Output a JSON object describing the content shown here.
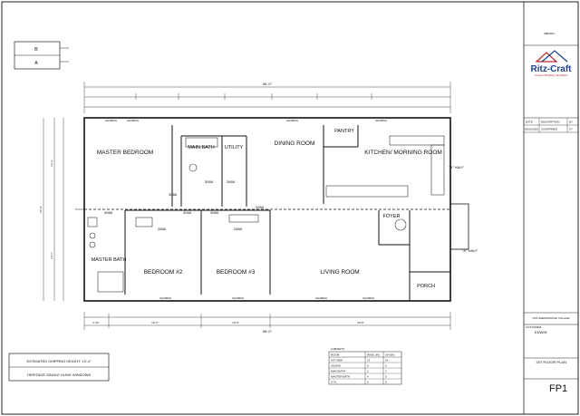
{
  "key_plan": {
    "b": "B",
    "a": "A"
  },
  "title_block": {
    "top_numbers": [
      "2884924"
    ],
    "logo": "Ritz-Craft",
    "tagline": "Custom Building Simplified",
    "rev_headers": [
      "DATE",
      "DESCRIPTION",
      "BY"
    ],
    "rev_row": [
      "05/02/2025",
      "CONFIRMED",
      "KY"
    ],
    "model": "HTA SHENANDOAH VILLAGE",
    "customer_label": "CUSTOMER:",
    "customer": "EDWIN",
    "sheet_title": "1ST FLOOR PLAN",
    "sheet_id": "FP1"
  },
  "rooms": {
    "master_bedroom": "MASTER BEDROOM",
    "main_bath": "MAIN BATH",
    "utility": "UTILITY",
    "dining_room": "DINING ROOM",
    "pantry": "PANTRY",
    "kitchen": "KITCHEN/ MORNING ROOM",
    "foyer": "FOYER",
    "master_bath": "MASTER BATH",
    "bedroom2": "BEDROOM #2",
    "bedroom3": "BEDROOM #3",
    "living_room": "LIVING ROOM",
    "porch": "PORCH"
  },
  "labels": {
    "half_b": "\"B\" HALF",
    "half_a": "\"A\" HALF",
    "d3068a": "3068",
    "d3068b": "3068",
    "d3068c": "3068",
    "d3068d": "3068",
    "d2668a": "2668",
    "d2668b": "2668",
    "d2668c": "2668",
    "d2068": "2068",
    "d3068e": "3068"
  },
  "windows_top": [
    "SH3659H",
    "SH3659H",
    "SH3659H",
    "SH3659H"
  ],
  "windows_bottom": [
    "SH3659H",
    "SH3659H",
    "SH3659H",
    "SH3659H"
  ],
  "dims": {
    "overall": "56'-0\"",
    "bottom_overall": "56'-0\"",
    "bottom": [
      "4'-11\"",
      "12'-0\"",
      "10'-0\"",
      "20'-8\""
    ],
    "left": [
      "13'-1\"",
      "13'-1\""
    ],
    "left_overall": "26'-0\""
  },
  "notes": {
    "shipping": "ESTIMATED SHIPPING HEIGHT: 13'-4\"",
    "windows": "HERITAGE SINGLE HUNG WINDOWS"
  },
  "cabinet_table": {
    "title": "CABINETS",
    "headers": [
      "ROOM",
      "BASE (IN)",
      "OH (IN)"
    ],
    "rows": [
      [
        "KITCHEN",
        "13",
        "14"
      ],
      [
        "ISLAND",
        "0",
        "0"
      ],
      [
        "MAIN BATH",
        "2",
        "2"
      ],
      [
        "MASTER BATH",
        "4",
        "0"
      ],
      [
        "UTIL",
        "0",
        "0"
      ]
    ]
  }
}
